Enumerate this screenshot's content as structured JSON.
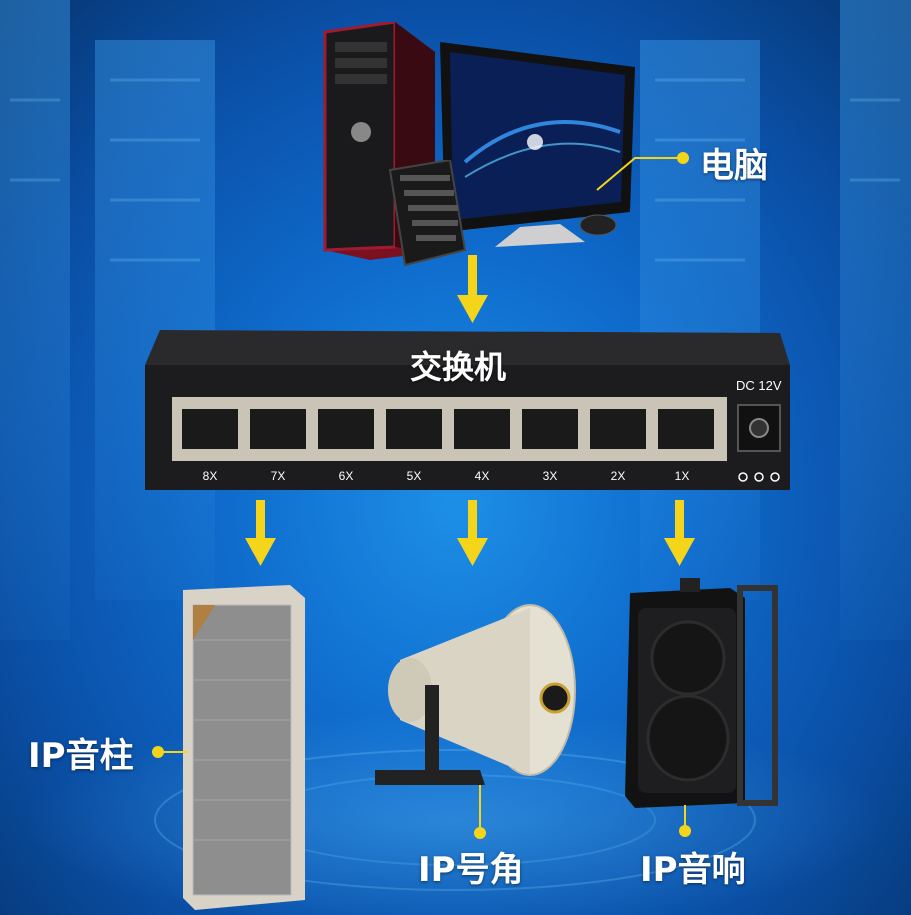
{
  "labels": {
    "computer": "电脑",
    "switch": "交换机",
    "column_speaker": "IP音柱",
    "horn_speaker": "IP号角",
    "wall_speaker": "IP音响"
  },
  "switch": {
    "power_label": "DC 12V",
    "ports": [
      "8X",
      "7X",
      "6X",
      "5X",
      "4X",
      "3X",
      "2X",
      "1X"
    ]
  },
  "colors": {
    "arrow": "#f5d51a",
    "background": "#0f6ccd",
    "switch_body": "#1c1c1e"
  }
}
